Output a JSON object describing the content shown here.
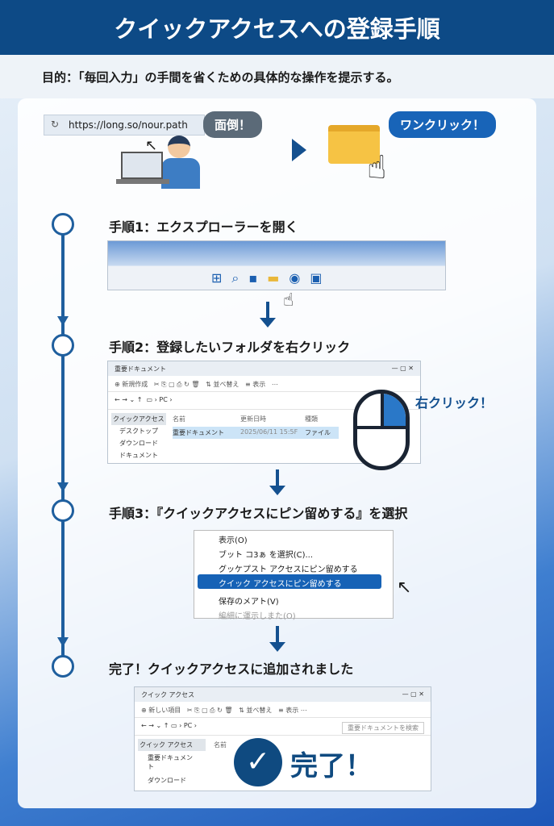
{
  "header": {
    "title": "クイックアクセスへの登録手順"
  },
  "subtitle": "目的：「毎回入力」の手間を省くための具体的な操作を提示する。",
  "intro": {
    "url": "https://long.so/nour.path",
    "bubble_before": "面倒！",
    "bubble_after": "ワンクリック！"
  },
  "steps": [
    {
      "title": "手順1：エクスプローラーを開く"
    },
    {
      "title": "手順2：登録したいフォルダを右クリック",
      "annotation": "右クリック！",
      "window": {
        "tab": "重要ドキュメント",
        "toolbar": [
          "新規作成",
          "並べ替え",
          "表示"
        ],
        "path": "PC",
        "columns": [
          "名前",
          "更新日時",
          "種類"
        ],
        "row": {
          "name": "重要ドキュメント",
          "date": "2025/06/11 15:5F",
          "type": "ファイル"
        },
        "sidebar": [
          "クイックアクセス",
          "デスクトップ",
          "ダウンロード",
          "ドキュメント"
        ]
      }
    },
    {
      "title": "手順3：『クイックアクセスにピン留めする』を選択",
      "menu": [
        "表示(O)",
        "ブット コ3ぁ を選択(C)...",
        "グッケプスト アクセスにピン留めする",
        "クイック アクセスにピン留めする",
        "保存のメアト(V)",
        "編細に運示しまた(O)"
      ]
    },
    {
      "title": "完了！クイックアクセスに追加されました",
      "done": "完了！",
      "window": {
        "tab": "クイック アクセス",
        "toolbar": [
          "新しい項目",
          "並べ替え",
          "表示"
        ],
        "path": "PC",
        "search": "重要ドキュメントを検索",
        "column": "名前",
        "sidebar": [
          "クイック アクセス",
          "重要ドキュメント",
          "ダウンロード"
        ]
      }
    }
  ],
  "colors": {
    "primary": "#0d4a86",
    "accent": "#1662b6"
  }
}
